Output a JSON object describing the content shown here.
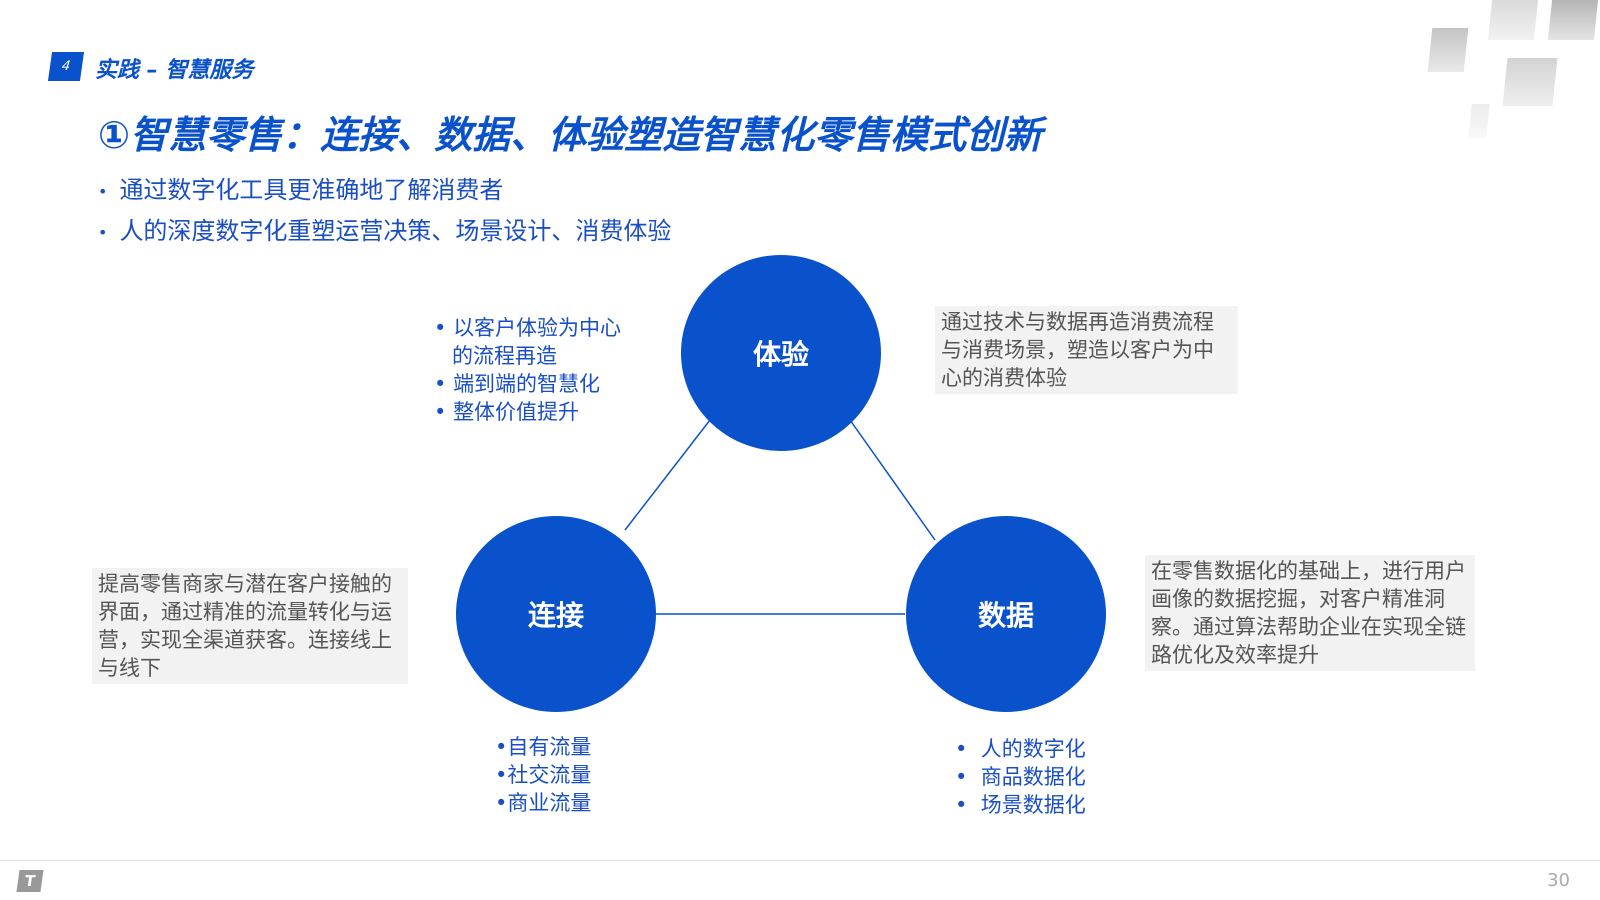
{
  "header": {
    "section_number": "4",
    "section_title": "实践 – 智慧服务"
  },
  "title": "①智慧零售：连接、数据、体验塑造智慧化零售模式创新",
  "bullets": [
    "通过数字化工具更准确地了解消费者",
    "人的深度数字化重塑运营决策、场景设计、消费体验"
  ],
  "diagram": {
    "experience": {
      "label": "体验",
      "points": [
        "以客户体验为中心",
        "的流程再造",
        "端到端的智慧化",
        "整体价值提升"
      ],
      "description": "通过技术与数据再造消费流程与消费场景，塑造以客户为中心的消费体验"
    },
    "connection": {
      "label": "连接",
      "points": [
        "•自有流量",
        "•社交流量",
        "•商业流量"
      ],
      "description": "提高零售商家与潜在客户接触的界面，通过精准的流量转化与运营，实现全渠道获客。连接线上与线下"
    },
    "data": {
      "label": "数据",
      "points": [
        "人的数字化",
        "商品数据化",
        "场景数据化"
      ],
      "description": "在零售数据化的基础上，进行用户画像的数据挖掘，对客户精准洞察。通过算法帮助企业在实现全链路优化及效率提升"
    }
  },
  "footer": {
    "page_number": "30",
    "logo_text": "T"
  },
  "colors": {
    "primary": "#0a52cc",
    "text_blue": "#1a4fc4",
    "box_gray": "#f2f2f2"
  }
}
